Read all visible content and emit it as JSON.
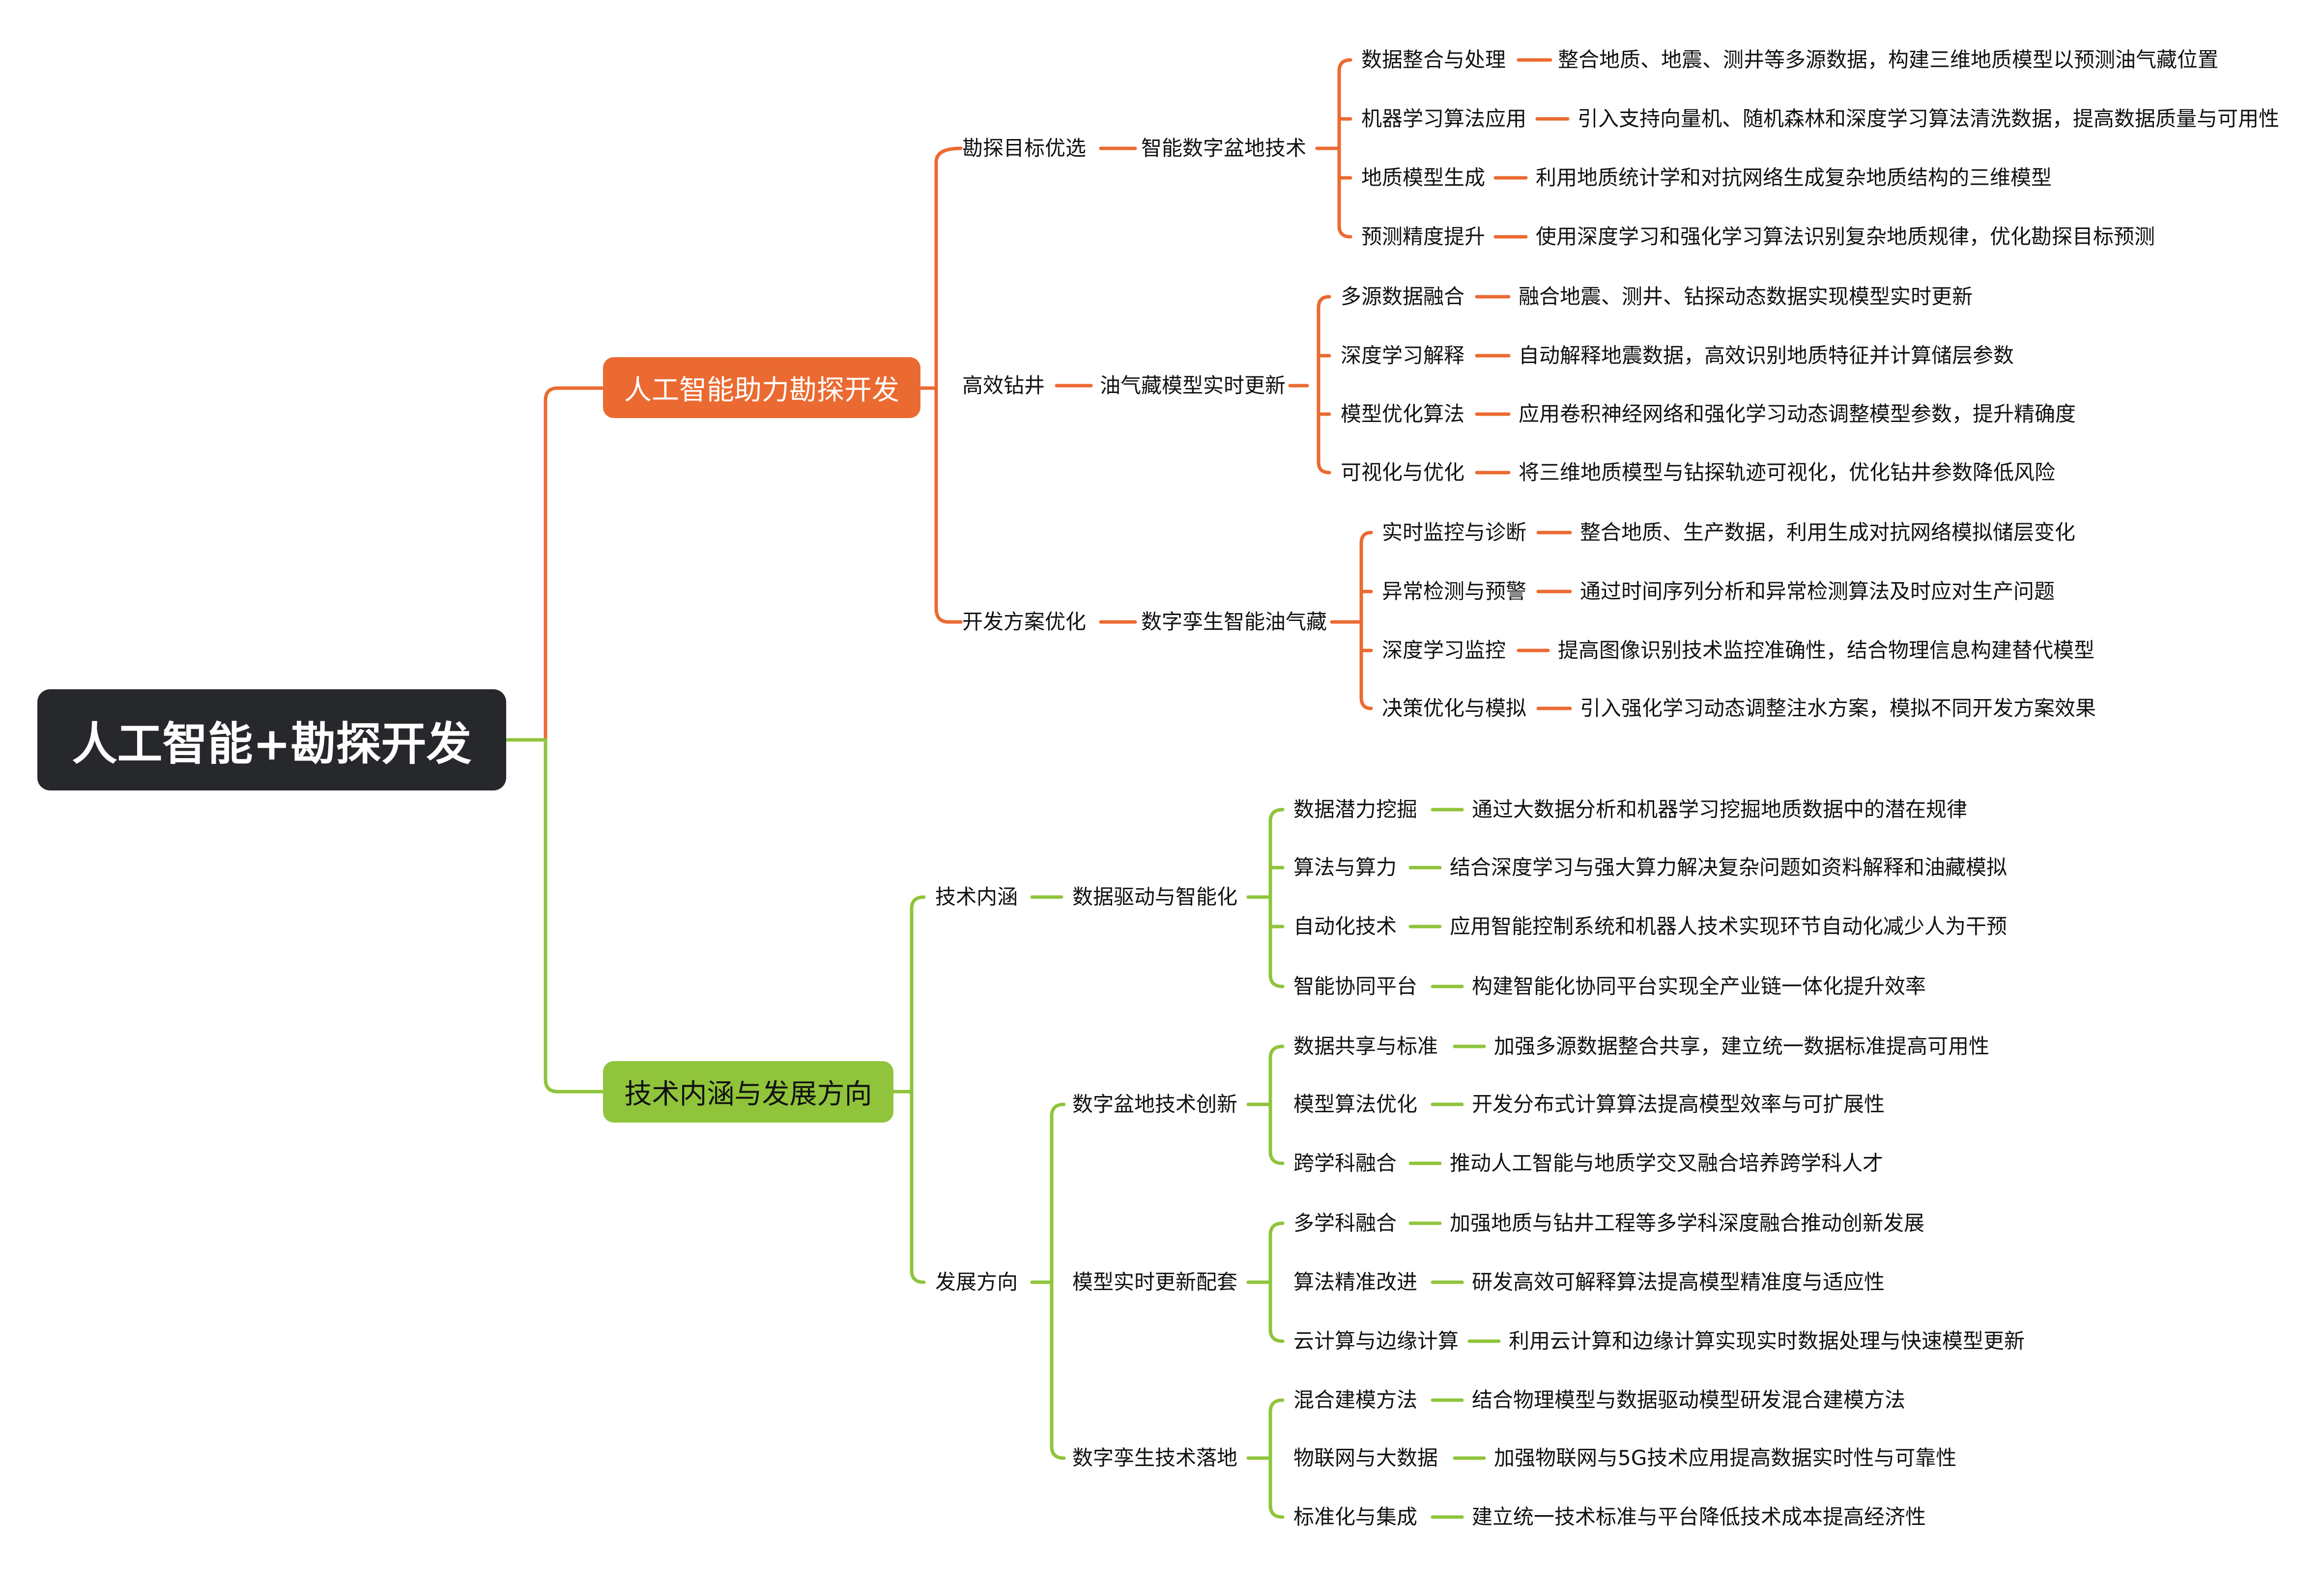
{
  "root": {
    "label": "人工智能+勘探开发",
    "color": "#27282c"
  },
  "branches": [
    {
      "label": "人工智能助力勘探开发",
      "color": "#eb6a31",
      "groups": [
        {
          "label": "勘探目标优选",
          "sub": "智能数字盆地技术",
          "items": [
            {
              "name": "数据整合与处理",
              "desc": "整合地质、地震、测井等多源数据，构建三维地质模型以预测油气藏位置"
            },
            {
              "name": "机器学习算法应用",
              "desc": "引入支持向量机、随机森林和深度学习算法清洗数据，提高数据质量与可用性"
            },
            {
              "name": "地质模型生成",
              "desc": "利用地质统计学和对抗网络生成复杂地质结构的三维模型"
            },
            {
              "name": "预测精度提升",
              "desc": "使用深度学习和强化学习算法识别复杂地质规律，优化勘探目标预测"
            }
          ]
        },
        {
          "label": "高效钻井",
          "sub": "油气藏模型实时更新",
          "items": [
            {
              "name": "多源数据融合",
              "desc": "融合地震、测井、钻探动态数据实现模型实时更新"
            },
            {
              "name": "深度学习解释",
              "desc": "自动解释地震数据，高效识别地质特征并计算储层参数"
            },
            {
              "name": "模型优化算法",
              "desc": "应用卷积神经网络和强化学习动态调整模型参数，提升精确度"
            },
            {
              "name": "可视化与优化",
              "desc": "将三维地质模型与钻探轨迹可视化，优化钻井参数降低风险"
            }
          ]
        },
        {
          "label": "开发方案优化",
          "sub": "数字孪生智能油气藏",
          "items": [
            {
              "name": "实时监控与诊断",
              "desc": "整合地质、生产数据，利用生成对抗网络模拟储层变化"
            },
            {
              "name": "异常检测与预警",
              "desc": "通过时间序列分析和异常检测算法及时应对生产问题"
            },
            {
              "name": "深度学习监控",
              "desc": "提高图像识别技术监控准确性，结合物理信息构建替代模型"
            },
            {
              "name": "决策优化与模拟",
              "desc": "引入强化学习动态调整注水方案，模拟不同开发方案效果"
            }
          ]
        }
      ]
    },
    {
      "label": "技术内涵与发展方向",
      "color": "#8fc43b",
      "groups": [
        {
          "label": "技术内涵",
          "subs": [
            {
              "label": "数据驱动与智能化",
              "items": [
                {
                  "name": "数据潜力挖掘",
                  "desc": "通过大数据分析和机器学习挖掘地质数据中的潜在规律"
                },
                {
                  "name": "算法与算力",
                  "desc": "结合深度学习与强大算力解决复杂问题如资料解释和油藏模拟"
                },
                {
                  "name": "自动化技术",
                  "desc": "应用智能控制系统和机器人技术实现环节自动化减少人为干预"
                },
                {
                  "name": "智能协同平台",
                  "desc": "构建智能化协同平台实现全产业链一体化提升效率"
                }
              ]
            }
          ]
        },
        {
          "label": "发展方向",
          "subs": [
            {
              "label": "数字盆地技术创新",
              "items": [
                {
                  "name": "数据共享与标准",
                  "desc": "加强多源数据整合共享，建立统一数据标准提高可用性"
                },
                {
                  "name": "模型算法优化",
                  "desc": "开发分布式计算算法提高模型效率与可扩展性"
                },
                {
                  "name": "跨学科融合",
                  "desc": "推动人工智能与地质学交叉融合培养跨学科人才"
                }
              ]
            },
            {
              "label": "模型实时更新配套",
              "items": [
                {
                  "name": "多学科融合",
                  "desc": "加强地质与钻井工程等多学科深度融合推动创新发展"
                },
                {
                  "name": "算法精准改进",
                  "desc": "研发高效可解释算法提高模型精准度与适应性"
                },
                {
                  "name": "云计算与边缘计算",
                  "desc": "利用云计算和边缘计算实现实时数据处理与快速模型更新"
                }
              ]
            },
            {
              "label": "数字孪生技术落地",
              "items": [
                {
                  "name": "混合建模方法",
                  "desc": "结合物理模型与数据驱动模型研发混合建模方法"
                },
                {
                  "name": "物联网与大数据",
                  "desc": "加强物联网与5G技术应用提高数据实时性与可靠性"
                },
                {
                  "name": "标准化与集成",
                  "desc": "建立统一技术标准与平台降低技术成本提高经济性"
                }
              ]
            }
          ]
        }
      ]
    }
  ]
}
